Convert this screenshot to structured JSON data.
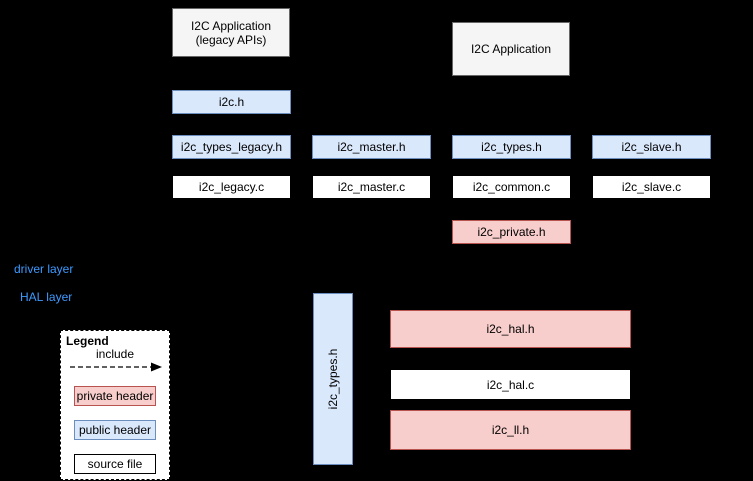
{
  "colors": {
    "background": "#000000",
    "gray_fill": "#f5f5f5",
    "gray_border": "#666666",
    "blue_fill": "#dae8fc",
    "blue_border": "#6c8ebf",
    "pink_fill": "#f8cecc",
    "pink_border": "#b85450",
    "white_fill": "#ffffff",
    "black_border": "#000000",
    "layer_label": "#3d9aff"
  },
  "diagram": {
    "app_legacy_line1": "I2C Application",
    "app_legacy_line2": "(legacy APIs)",
    "app": "I2C Application",
    "i2c_h": "i2c.h",
    "row_headers": [
      "i2c_types_legacy.h",
      "i2c_master.h",
      "i2c_types.h",
      "i2c_slave.h"
    ],
    "row_sources": [
      "i2c_legacy.c",
      "i2c_master.c",
      "i2c_common.c",
      "i2c_slave.c"
    ],
    "i2c_private_h": "i2c_private.h",
    "driver_layer_label": "driver layer",
    "hal_layer_label": "HAL layer",
    "i2c_types_vertical": "i2c_types.h",
    "hal_h": "i2c_hal.h",
    "hal_c": "i2c_hal.c",
    "ll_h": "i2c_ll.h"
  },
  "legend": {
    "title": "Legend",
    "include_label": "include",
    "private_header": "private header",
    "public_header": "public header",
    "source_file": "source file"
  }
}
